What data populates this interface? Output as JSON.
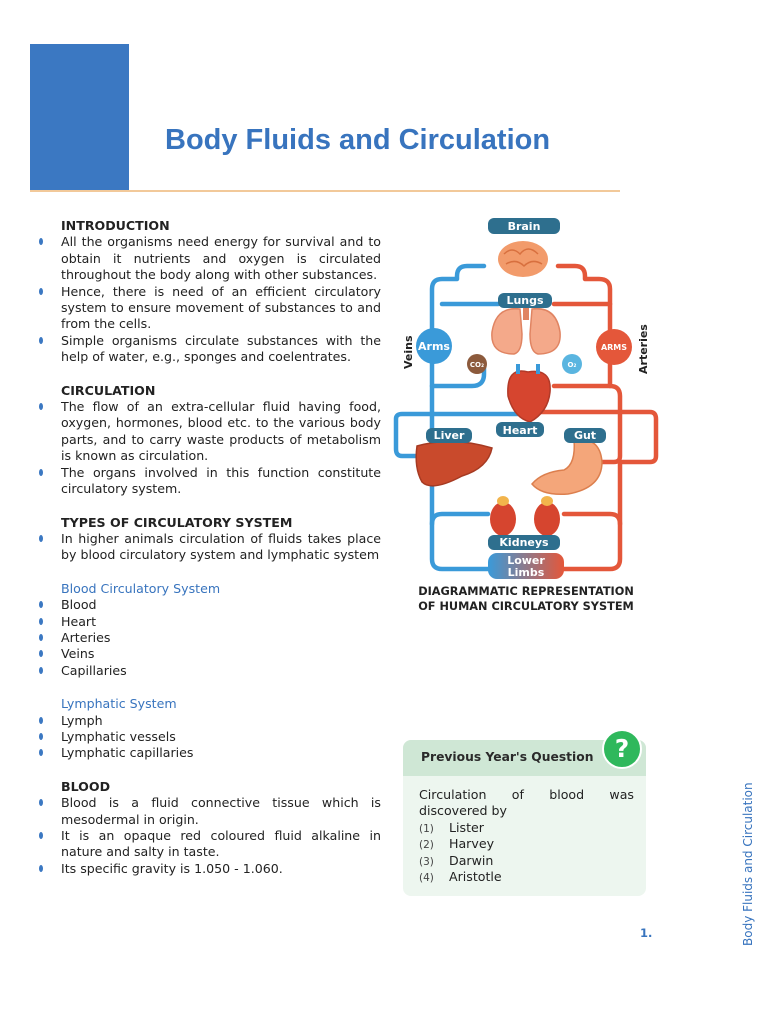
{
  "header": {
    "title": "Body Fluids and Circulation"
  },
  "sections": {
    "introduction": {
      "heading": "INTRODUCTION",
      "bullets": [
        "All the organisms need energy for survival and to obtain it nutrients and oxygen is circulated throughout the body along with other substances.",
        "Hence, there is need of an efficient circulatory system to ensure movement of substances to and from the cells.",
        "Simple organisms circulate substances with the help of water, e.g., sponges and coelentrates."
      ]
    },
    "circulation": {
      "heading": "CIRCULATION",
      "bullets": [
        "The flow of an extra-cellular fluid having food, oxygen, hormones, blood etc. to the various body parts, and to carry waste products of metabolism is known as circulation.",
        "The organs involved in this function constitute circulatory system."
      ]
    },
    "types": {
      "heading": "TYPES OF CIRCULATORY SYSTEM",
      "bullets": [
        "In higher animals circulation of fluids takes place by blood circulatory system and lymphatic system"
      ]
    },
    "blood_circulatory": {
      "heading": "Blood Circulatory System",
      "bullets": [
        "Blood",
        "Heart",
        "Arteries",
        "Veins",
        "Capillaries"
      ]
    },
    "lymphatic": {
      "heading": "Lymphatic System",
      "bullets": [
        "Lymph",
        "Lymphatic vessels",
        "Lymphatic capillaries"
      ]
    },
    "blood": {
      "heading": "BLOOD",
      "bullets": [
        "Blood is a fluid connective tissue which is mesodermal in origin.",
        "It is an opaque red coloured fluid alkaline in nature and salty in taste.",
        "Its specific gravity is 1.050 - 1.060."
      ]
    }
  },
  "diagram": {
    "labels": {
      "brain": "Brain",
      "lungs": "Lungs",
      "heart": "Heart",
      "liver": "Liver",
      "gut": "Gut",
      "kidneys": "Kidneys",
      "lower_limbs_1": "Lower",
      "lower_limbs_2": "Limbs",
      "arms_left": "Arms",
      "arms_right": "ARMS",
      "veins": "Veins",
      "arteries": "Arteries",
      "co2": "CO₂",
      "o2": "O₂"
    },
    "caption_line1": "DIAGRAMMATIC REPRESENTATION",
    "caption_line2": "OF HUMAN CIRCULATORY SYSTEM",
    "colors": {
      "vein": "#3a9ad9",
      "artery": "#e4573a",
      "label_bg": "#2e6f8e"
    }
  },
  "pyq": {
    "title": "Previous Year's Question",
    "icon": "question-mark-icon",
    "question_part1": "Circulation of blood was",
    "question_part2": "discovered by",
    "options": [
      {
        "num": "(1)",
        "text": "Lister"
      },
      {
        "num": "(2)",
        "text": "Harvey"
      },
      {
        "num": "(3)",
        "text": "Darwin"
      },
      {
        "num": "(4)",
        "text": "Aristotle"
      }
    ]
  },
  "footer": {
    "page_number": "1.",
    "side_label": "Body Fluids and Circulation"
  }
}
